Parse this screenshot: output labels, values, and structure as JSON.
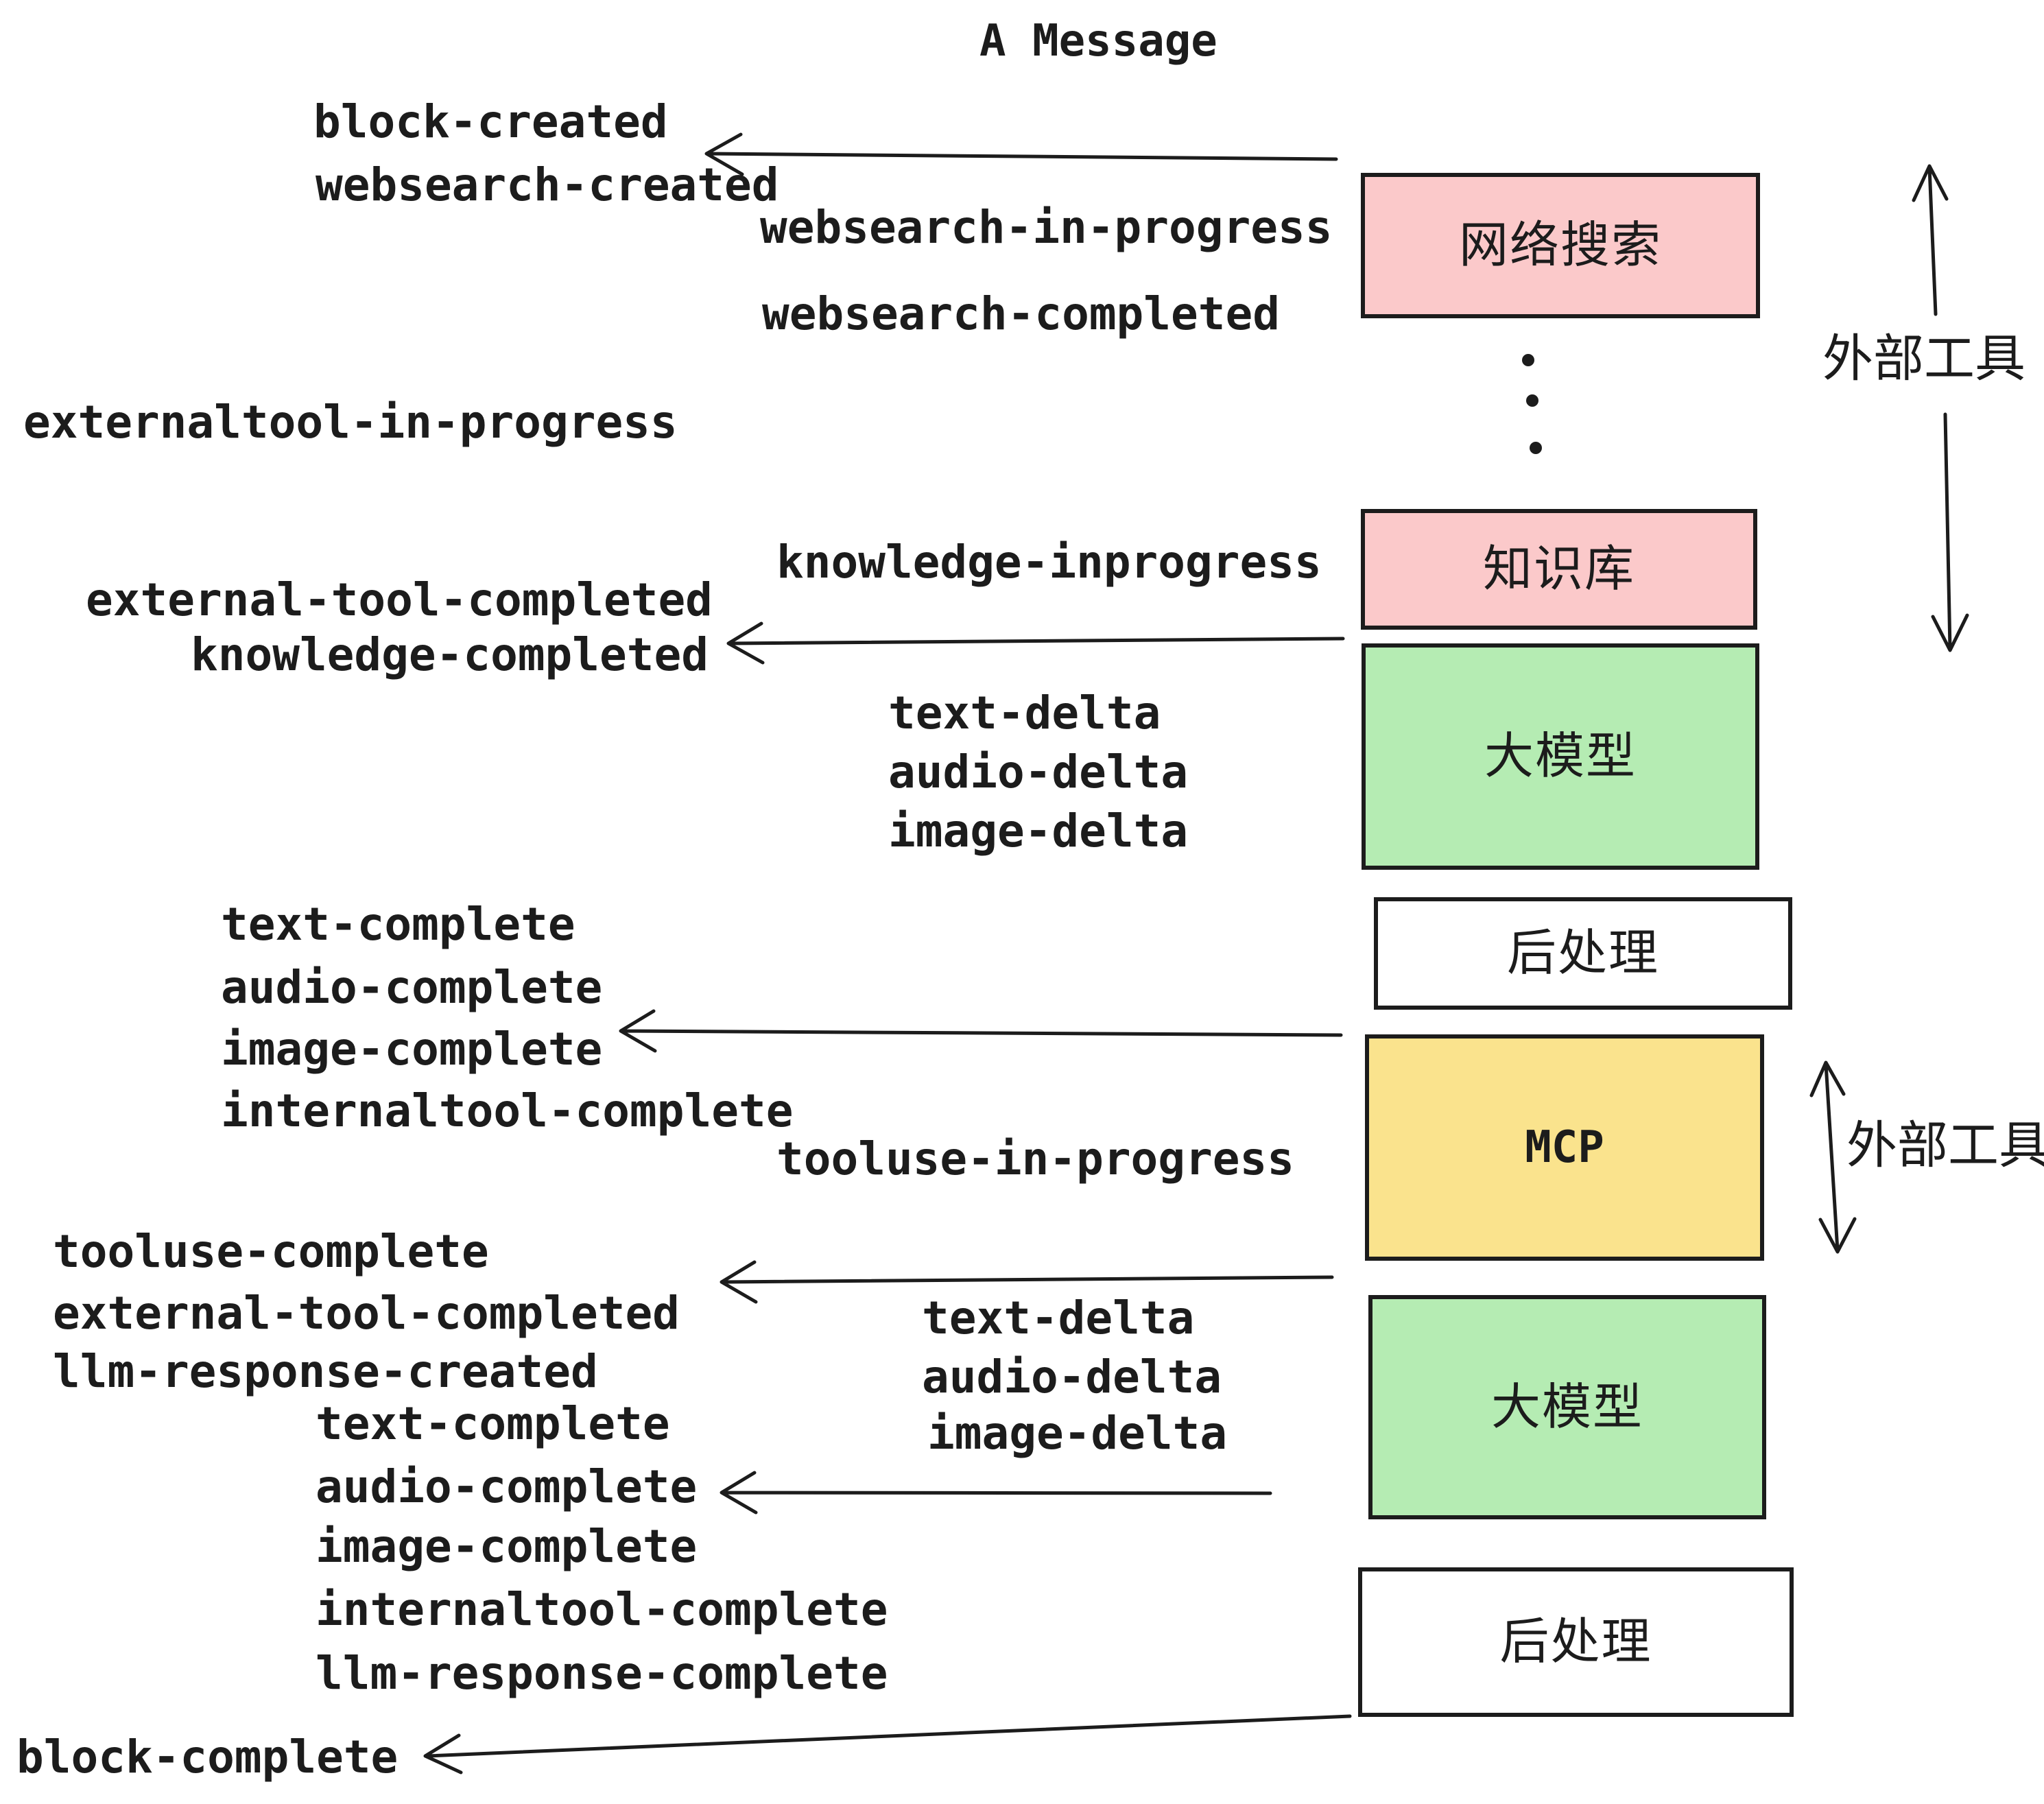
{
  "title": "A Message",
  "colors": {
    "pink": "#FBC9CA",
    "green": "#B5ECB3",
    "yellow": "#FAE38D",
    "white": "#FFFFFF",
    "ink": "#1C1C1C"
  },
  "boxes": [
    {
      "label": "网络搜索"
    },
    {
      "label": "知识库"
    },
    {
      "label": "大模型"
    },
    {
      "label": "后处理"
    },
    {
      "label": "MCP"
    },
    {
      "label": "大模型"
    },
    {
      "label": "后处理"
    }
  ],
  "side_labels": [
    {
      "label": "外部工具"
    },
    {
      "label": "外部工具"
    }
  ],
  "events": [
    {
      "label": "block-created"
    },
    {
      "label": "websearch-created"
    },
    {
      "label": "websearch-in-progress"
    },
    {
      "label": "websearch-completed"
    },
    {
      "label": "externaltool-in-progress"
    },
    {
      "label": "external-tool-completed"
    },
    {
      "label": "knowledge-completed"
    },
    {
      "label": "knowledge-inprogress"
    },
    {
      "label": "text-delta"
    },
    {
      "label": "audio-delta"
    },
    {
      "label": "image-delta"
    },
    {
      "label": "text-complete"
    },
    {
      "label": "audio-complete"
    },
    {
      "label": "image-complete"
    },
    {
      "label": "internaltool-complete"
    },
    {
      "label": "tooluse-in-progress"
    },
    {
      "label": "tooluse-complete"
    },
    {
      "label": "external-tool-completed"
    },
    {
      "label": "llm-response-created"
    },
    {
      "label": "text-complete"
    },
    {
      "label": "audio-complete"
    },
    {
      "label": "image-complete"
    },
    {
      "label": "internaltool-complete"
    },
    {
      "label": "llm-response-complete"
    },
    {
      "label": "block-complete"
    }
  ]
}
